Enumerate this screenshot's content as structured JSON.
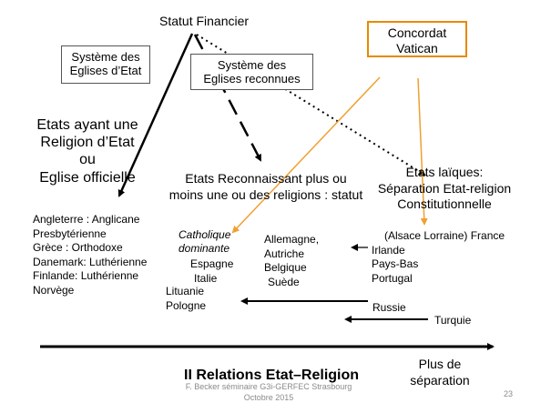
{
  "slide": {
    "top_label": "Statut Financier",
    "concordat_box": [
      "Concordat",
      "Vatican"
    ],
    "systeme_etat_box": [
      "Système des",
      "Eglises d’Etat"
    ],
    "systeme_reconnues_box": [
      "Système des",
      "Eglises reconnues"
    ],
    "left_heading": [
      "Etats ayant une",
      "Religion d’Etat",
      "ou",
      "Eglise officielle"
    ],
    "left_list": [
      "Angleterre : Anglicane",
      "Presbytérienne",
      "Grèce : Orthodoxe",
      "Danemark: Luthérienne",
      "Finlande: Luthérienne",
      "Norvège"
    ],
    "middle_heading": [
      "Etats Reconnaissant plus ou",
      "moins une ou des religions : statut"
    ],
    "catholique_label": [
      "Catholique",
      "dominante"
    ],
    "catholique_list": [
      "Espagne",
      "Italie"
    ],
    "other_list": [
      "Lituanie",
      "Pologne"
    ],
    "germanic_list": [
      "Allemagne,",
      "Autriche",
      "Belgique",
      "Suède"
    ],
    "right_heading": [
      "Etats laïques:",
      "Séparation Etat-religion",
      "Constitutionnelle"
    ],
    "right_list": [
      "(Alsace Lorraine) France",
      "Irlande",
      "Pays-Bas",
      "Portugal"
    ],
    "russie": "Russie",
    "turquie": "Turquie",
    "axis_label": [
      "Plus de",
      "séparation"
    ],
    "title": "II  Relations Etat–Religion",
    "footer": [
      "F. Becker séminaire G3i-GERFEC Strasbourg",
      "Octobre 2015"
    ],
    "page_number": "23"
  },
  "colors": {
    "concordat_border": "#e68a00",
    "orange_arrow": "#f0a030",
    "box_border": "#555555",
    "footer_text": "#8a8a8a"
  }
}
